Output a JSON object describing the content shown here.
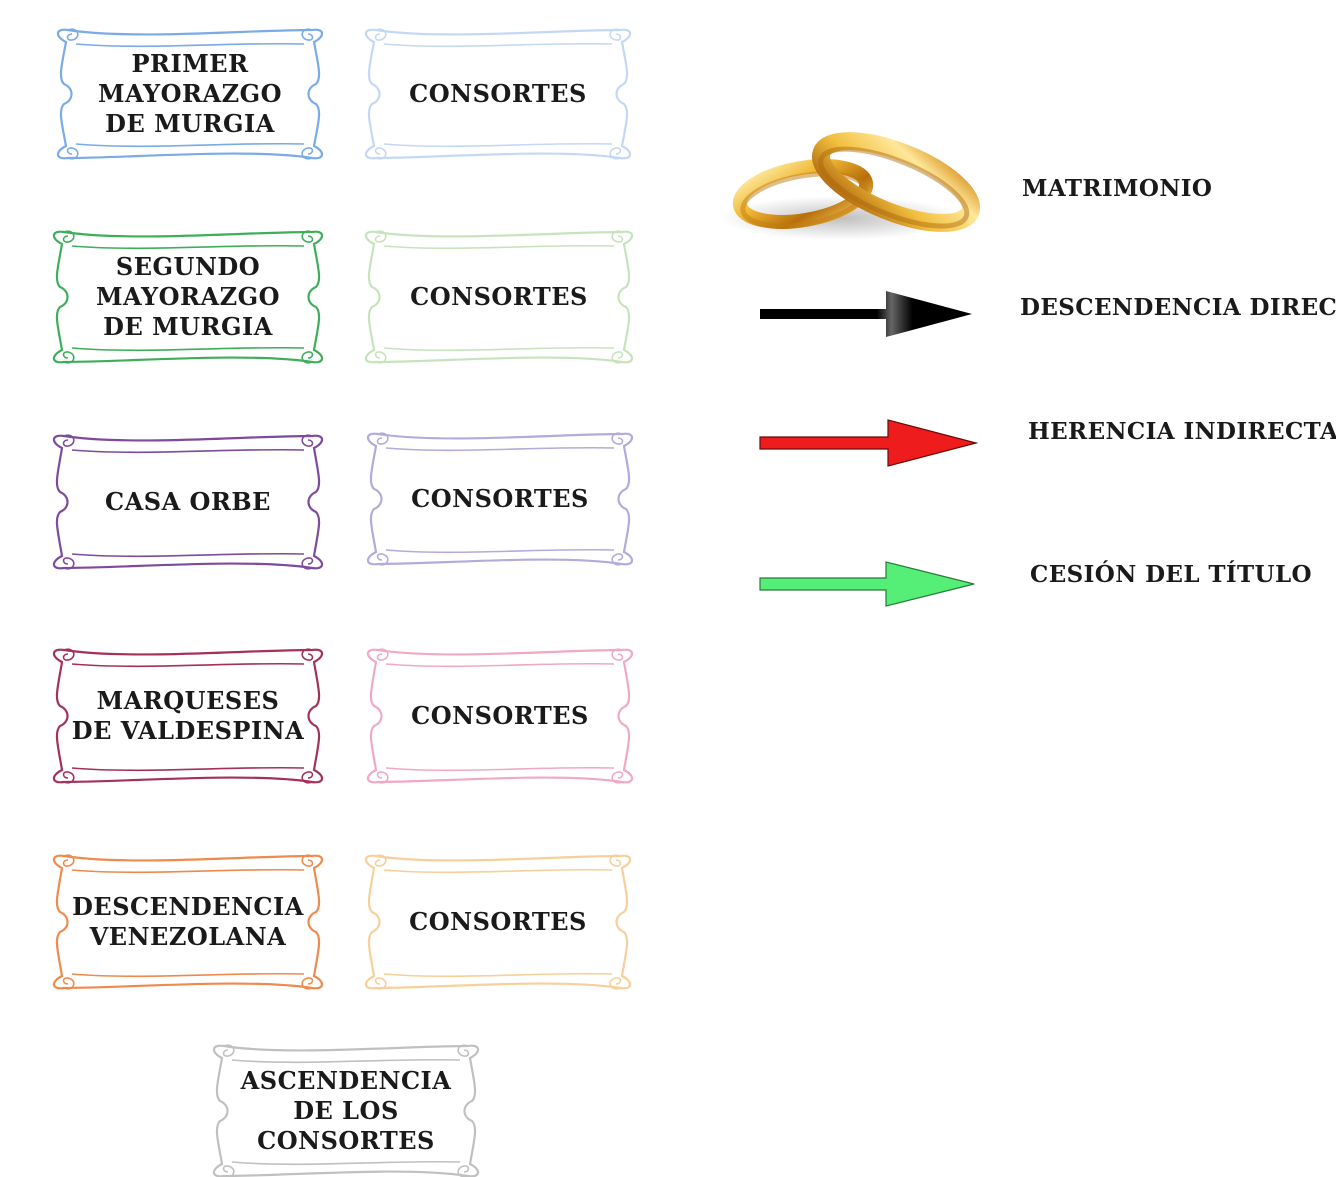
{
  "rows": [
    {
      "house": "PRIMER\nMAYORAZGO\nDE MURGIA",
      "consort": "CONSORTES",
      "house_color": "#7aaae8",
      "consort_color": "#c4d8f6"
    },
    {
      "house": "SEGUNDO\nMAYORAZGO\nDE MURGIA",
      "consort": "CONSORTES",
      "house_color": "#3fae5a",
      "consort_color": "#c6e4bc"
    },
    {
      "house": "CASA ORBE",
      "consort": "CONSORTES",
      "house_color": "#7e4a9c",
      "consort_color": "#b4aadc"
    },
    {
      "house": "MARQUESES\nDE VALDESPINA",
      "consort": "CONSORTES",
      "house_color": "#a4305c",
      "consort_color": "#f0a8c4"
    },
    {
      "house": "DESCENDENCIA\nVENEZOLANA",
      "consort": "CONSORTES",
      "house_color": "#ee8a4c",
      "consort_color": "#f7cf9a"
    }
  ],
  "ancestry": {
    "label": "ASCENDENCIA\nDE LOS\nCONSORTES",
    "color": "#c0c0c0"
  },
  "legend": [
    {
      "icon": "wedding-rings-icon",
      "label": "MATRIMONIO"
    },
    {
      "icon": "black-arrow-icon",
      "label": "DESCENDENCIA DIRECTA",
      "color": "#000000"
    },
    {
      "icon": "red-arrow-icon",
      "label": "HERENCIA INDIRECTA",
      "color": "#ee1c1c"
    },
    {
      "icon": "green-arrow-icon",
      "label": "CESIÓN DEL TÍTULO",
      "color": "#55ee77"
    }
  ]
}
